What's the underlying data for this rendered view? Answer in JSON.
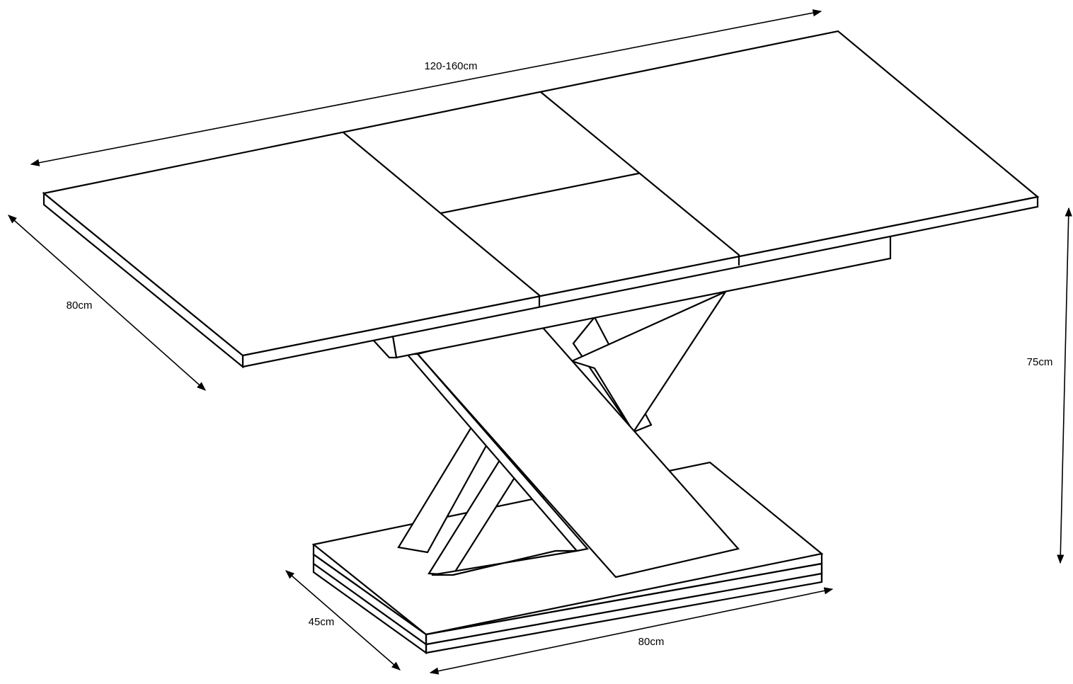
{
  "dimensions": {
    "length": "120-160cm",
    "depth": "80cm",
    "height": "75cm",
    "base_depth": "45cm",
    "base_length": "80cm"
  },
  "colors": {
    "line": "#000000",
    "background": "#ffffff"
  }
}
